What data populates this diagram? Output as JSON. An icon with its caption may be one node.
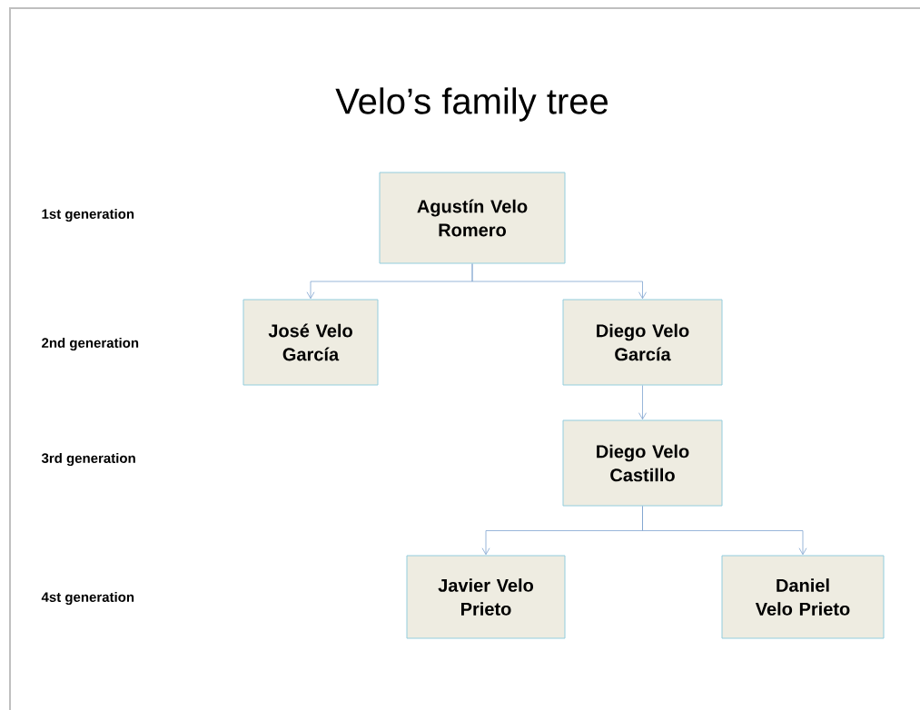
{
  "diagram": {
    "title": "Velo’s family tree",
    "nodes": [
      {
        "text": [
          "Agustín Velo Romero"
        ]
      },
      {
        "text": [
          "José Velo García"
        ]
      },
      {
        "text": [
          "Diego Velo García"
        ]
      },
      {
        "text": [
          "Diego Velo Castillo"
        ]
      },
      {
        "text": [
          "Javier Velo Prieto"
        ]
      },
      {
        "text": [
          "Daniel Velo Prieto"
        ]
      }
    ],
    "edges": [
      {
        "from": 0,
        "to": 1,
        "arrow": "to"
      },
      {
        "from": 0,
        "to": 2,
        "arrow": "to"
      },
      {
        "from": 2,
        "to": 3,
        "arrow": "to"
      },
      {
        "from": 3,
        "to": 4,
        "arrow": "to"
      },
      {
        "from": 3,
        "to": 5,
        "arrow": "to"
      }
    ],
    "labels": [
      "1st generation",
      "2nd generation",
      "3rd generation",
      "4st generation"
    ]
  }
}
